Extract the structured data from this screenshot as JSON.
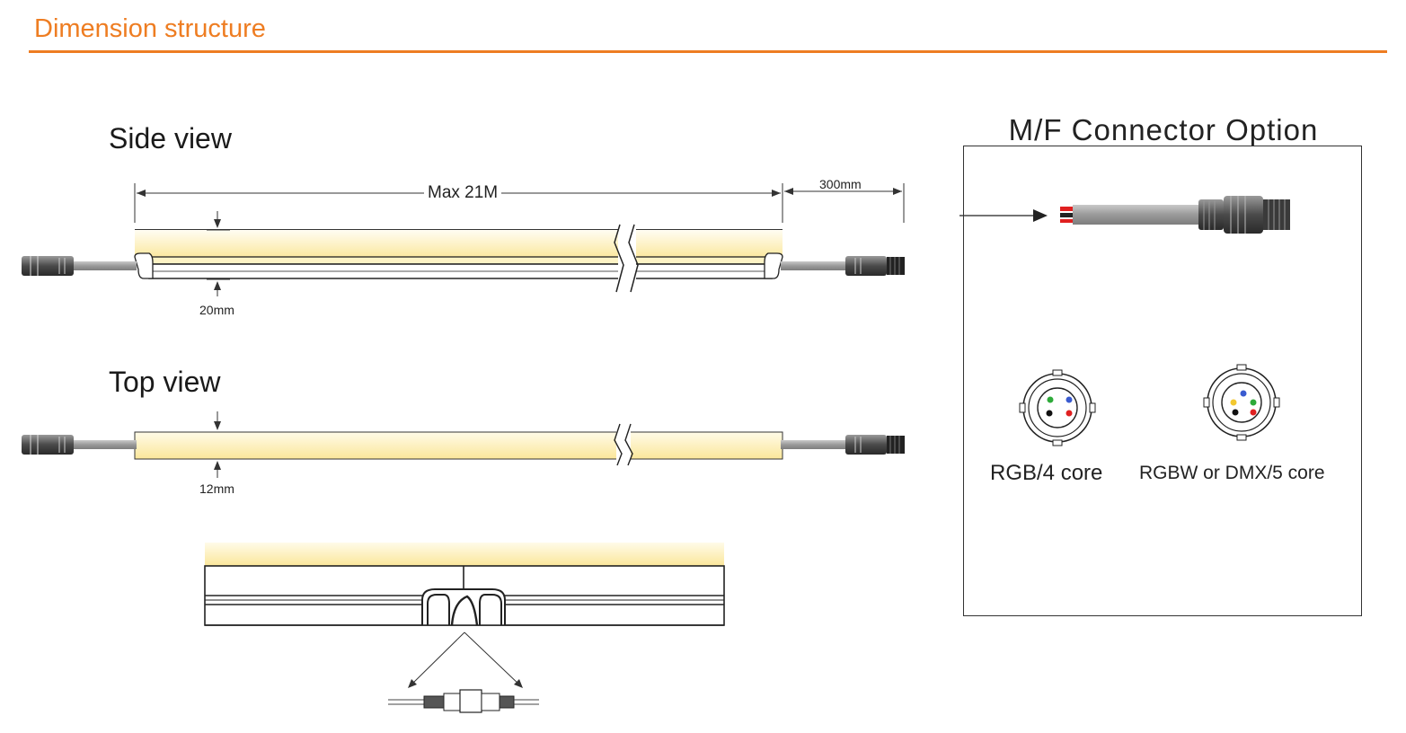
{
  "header": {
    "title": "Dimension structure"
  },
  "side_view": {
    "title": "Side view",
    "length_label": "Max 21M",
    "cable_label": "300mm",
    "height_label": "20mm"
  },
  "top_view": {
    "title": "Top view",
    "width_label": "12mm"
  },
  "connector_option": {
    "title": "M/F Connector Option",
    "rgb_label": "RGB/4 core",
    "rgbw_label": "RGBW or DMX/5 core"
  },
  "colors": {
    "accent": "#ee7d22",
    "led_glow": "#fbe99c",
    "cable_grey": "#9a9a9a"
  }
}
